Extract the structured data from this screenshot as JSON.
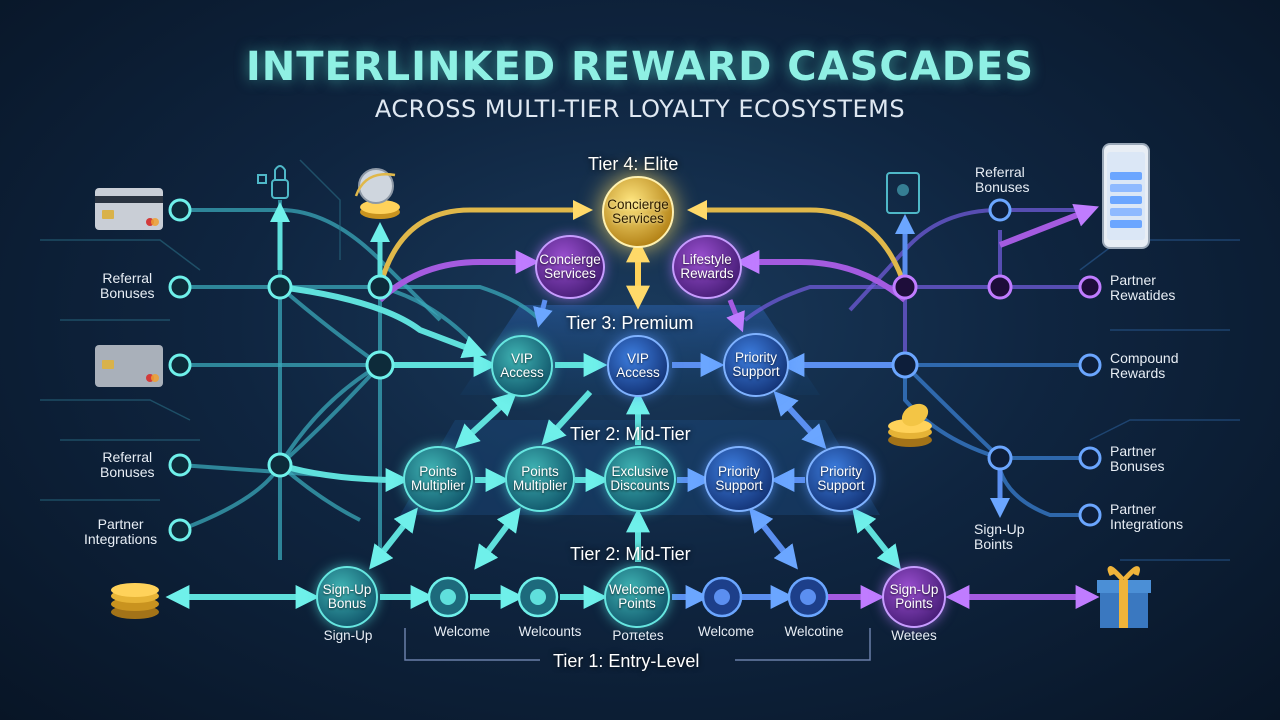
{
  "header": {
    "title": "INTERLINKED REWARD CASCADES",
    "subtitle": "ACROSS MULTI-TIER LOYALTY ECOSYSTEMS"
  },
  "tiers": {
    "tier4": "Tier 4: Elite",
    "tier3": "Tier 3: Premium",
    "tier2_upper": "Tier 2: Mid-Tier",
    "tier2_lower": "Tier 2: Mid-Tier",
    "tier1": "Tier 1: Entry-Level"
  },
  "nodes": {
    "elite_concierge": "Concierge\nServices",
    "t3_concierge": "Concierge\nServices",
    "t3_lifestyle": "Lifestyle\nRewards",
    "t3_vip1": "VIP\nAccess",
    "t3_vip2": "VIP\nAccess",
    "t3_priority": "Priority\nSupport",
    "t2_points1": "Points\nMultiplier",
    "t2_points2": "Points\nMultiplier",
    "t2_exclusive": "Exclusive\nDiscounts",
    "t2_priority1": "Priority\nSupport",
    "t2_priority2": "Priority\nSupport",
    "t1_signup_bonus": "Sign-Up\nBonus",
    "t1_welcome_points": "Welcome\nPoints",
    "t1_signup_points": "Sign-Up\nPoints"
  },
  "bottom_labels": {
    "signup": "Sign-Up",
    "welcome1": "Welcome",
    "welcome2": "Welcounts",
    "points": "Poπetes",
    "welcome3": "Welcome",
    "welcome4": "Welcotine",
    "wetees": "Wetees"
  },
  "left_labels": {
    "referral1": "Referral\nBonuses",
    "referral2": "Referral\nBonuses",
    "partner": "Partner\nIntegrations"
  },
  "right_labels": {
    "referral": "Referral\nBonuses",
    "partner_rewatides": "Partner\nRewatides",
    "compound": "Compound\nRewards",
    "partner_bonuses": "Partner\nBonuses",
    "partner_integrations": "Partner\nIntegrations",
    "signup_boints": "Sign-Up\nBoints"
  },
  "colors": {
    "teal": "#5fe0dc",
    "blue": "#5b8ff0",
    "purple": "#b06cf0",
    "gold": "#ffd25a"
  }
}
